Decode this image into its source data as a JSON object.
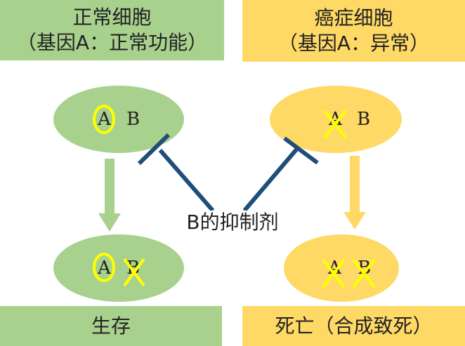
{
  "normal_cell": {
    "title": "正常细胞",
    "subtitle": "（基因A：正常功能）",
    "top_gene_a": "A",
    "top_gene_b": "B",
    "bottom_gene_a": "A",
    "bottom_gene_b": "B",
    "outcome": "生存"
  },
  "cancer_cell": {
    "title": "癌症细胞",
    "subtitle": "（基因A：异常）",
    "top_gene_a": "A",
    "top_gene_b": "B",
    "bottom_gene_a": "A",
    "bottom_gene_b": "B",
    "outcome": "死亡（合成致死）"
  },
  "inhibitor_label": "B的抑制剂",
  "colors": {
    "green": "#a9d18e",
    "yellow": "#ffd966",
    "highlight": "#ffff00",
    "inhibitor_line": "#1f4e79"
  }
}
